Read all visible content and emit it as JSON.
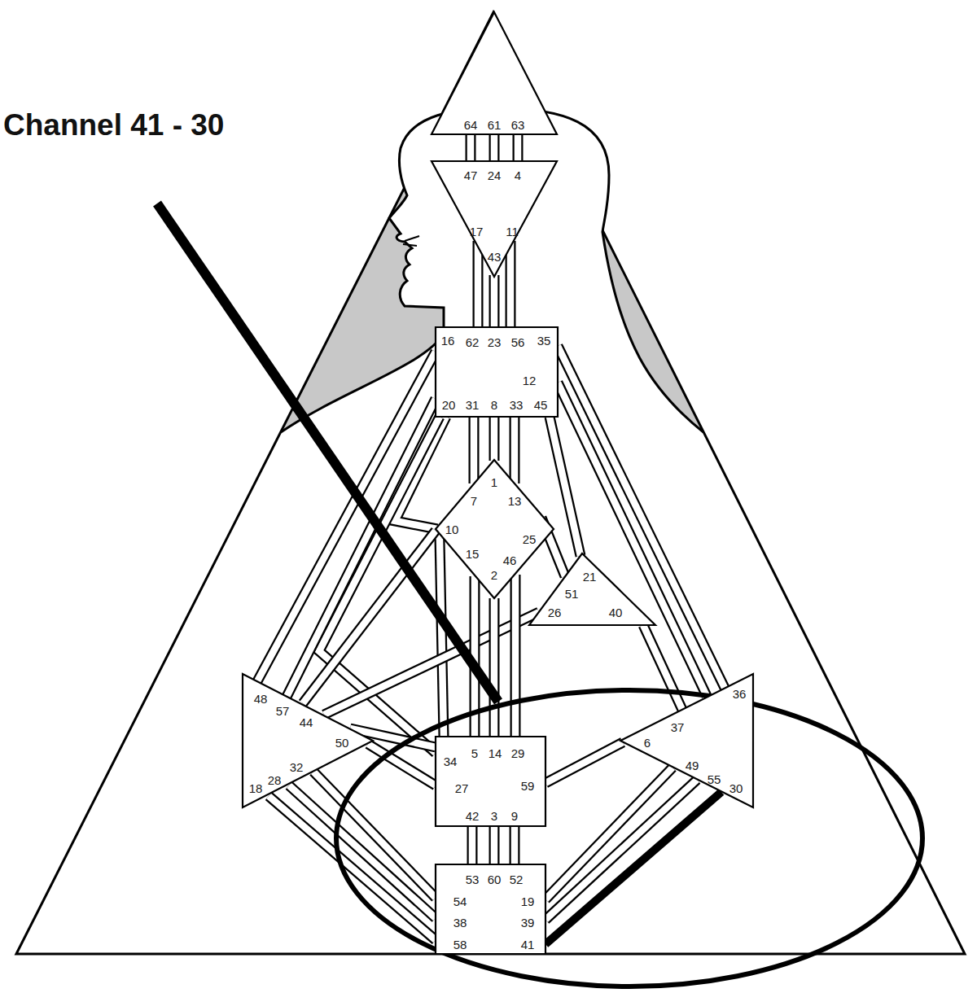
{
  "diagram": {
    "title": "Channel 41 - 30",
    "nodes": [
      {
        "text": [
          "64",
          "61",
          "63"
        ]
      },
      {
        "text": [
          "47",
          "24",
          "4",
          "17",
          "11",
          "43"
        ]
      },
      {
        "text": [
          "16",
          "62",
          "23",
          "56",
          "35",
          "12",
          "20",
          "31",
          "8",
          "33",
          "45"
        ]
      },
      {
        "text": [
          "1",
          "7",
          "13",
          "10",
          "25",
          "15",
          "46",
          "2"
        ]
      },
      {
        "text": [
          "21",
          "51",
          "26",
          "40"
        ]
      },
      {
        "text": [
          "48",
          "57",
          "44",
          "50",
          "32",
          "28",
          "18"
        ]
      },
      {
        "text": [
          "36",
          "37",
          "6",
          "49",
          "55",
          "30"
        ]
      },
      {
        "text": [
          "5",
          "14",
          "29",
          "34",
          "59",
          "27",
          "42",
          "3",
          "9"
        ]
      },
      {
        "text": [
          "53",
          "60",
          "52",
          "54",
          "19",
          "38",
          "39",
          "58",
          "41"
        ]
      }
    ],
    "edges": [
      {
        "from": 0,
        "to": 1,
        "arrow": "none"
      },
      {
        "from": 0,
        "to": 1,
        "arrow": "none"
      },
      {
        "from": 0,
        "to": 1,
        "arrow": "none"
      },
      {
        "from": 1,
        "to": 2,
        "arrow": "none"
      },
      {
        "from": 1,
        "to": 2,
        "arrow": "none"
      },
      {
        "from": 1,
        "to": 2,
        "arrow": "none"
      },
      {
        "from": 2,
        "to": 3,
        "arrow": "none"
      },
      {
        "from": 2,
        "to": 3,
        "arrow": "none"
      },
      {
        "from": 2,
        "to": 3,
        "arrow": "none"
      },
      {
        "from": 2,
        "to": 3,
        "arrow": "none"
      },
      {
        "from": 2,
        "to": 7,
        "arrow": "none"
      },
      {
        "from": 2,
        "to": 5,
        "arrow": "none"
      },
      {
        "from": 2,
        "to": 5,
        "arrow": "none"
      },
      {
        "from": 2,
        "to": 6,
        "arrow": "none"
      },
      {
        "from": 2,
        "to": 6,
        "arrow": "none"
      },
      {
        "from": 2,
        "to": 4,
        "arrow": "none"
      },
      {
        "from": 3,
        "to": 4,
        "arrow": "none"
      },
      {
        "from": 3,
        "to": 5,
        "arrow": "none"
      },
      {
        "from": 3,
        "to": 7,
        "arrow": "none"
      },
      {
        "from": 5,
        "to": 7,
        "arrow": "none"
      },
      {
        "from": 5,
        "to": 4,
        "arrow": "none"
      },
      {
        "from": 5,
        "to": 7,
        "arrow": "none"
      },
      {
        "from": 5,
        "to": 8,
        "arrow": "none"
      },
      {
        "from": 5,
        "to": 8,
        "arrow": "none"
      },
      {
        "from": 5,
        "to": 8,
        "arrow": "none"
      },
      {
        "from": 3,
        "to": 7,
        "arrow": "none"
      },
      {
        "from": 3,
        "to": 7,
        "arrow": "none"
      },
      {
        "from": 3,
        "to": 7,
        "arrow": "none"
      },
      {
        "from": 4,
        "to": 6,
        "arrow": "none"
      },
      {
        "from": 7,
        "to": 6,
        "arrow": "none"
      },
      {
        "from": 7,
        "to": 8,
        "arrow": "none"
      },
      {
        "from": 7,
        "to": 8,
        "arrow": "none"
      },
      {
        "from": 7,
        "to": 8,
        "arrow": "none"
      },
      {
        "from": 8,
        "to": 6,
        "arrow": "none"
      },
      {
        "from": 8,
        "to": 6,
        "arrow": "none"
      },
      {
        "from": 8,
        "to": 6,
        "arrow": "none"
      }
    ]
  }
}
